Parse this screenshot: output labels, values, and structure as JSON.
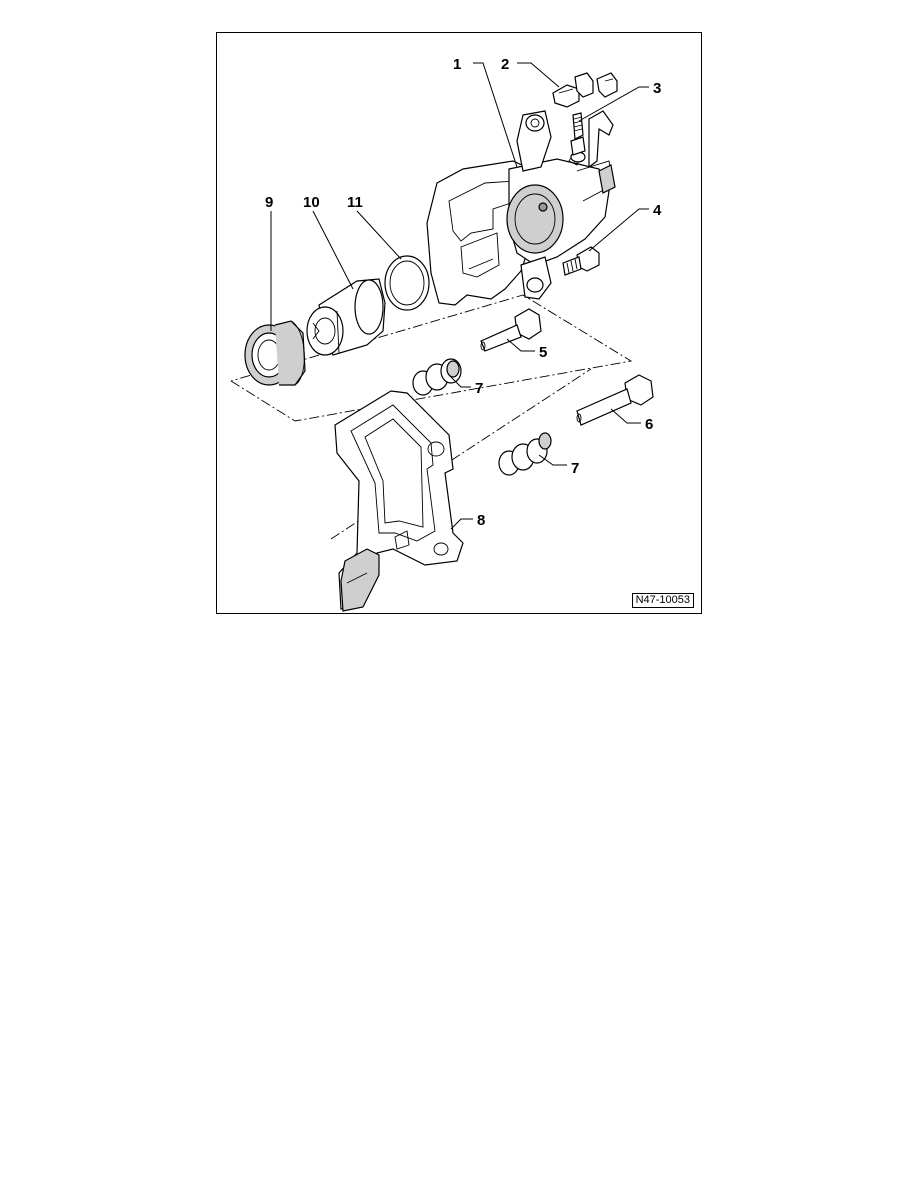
{
  "figure": {
    "reference_id": "N47-10053",
    "callouts": [
      "1",
      "2",
      "3",
      "4",
      "5",
      "6",
      "7",
      "7",
      "8",
      "9",
      "10",
      "11"
    ]
  }
}
